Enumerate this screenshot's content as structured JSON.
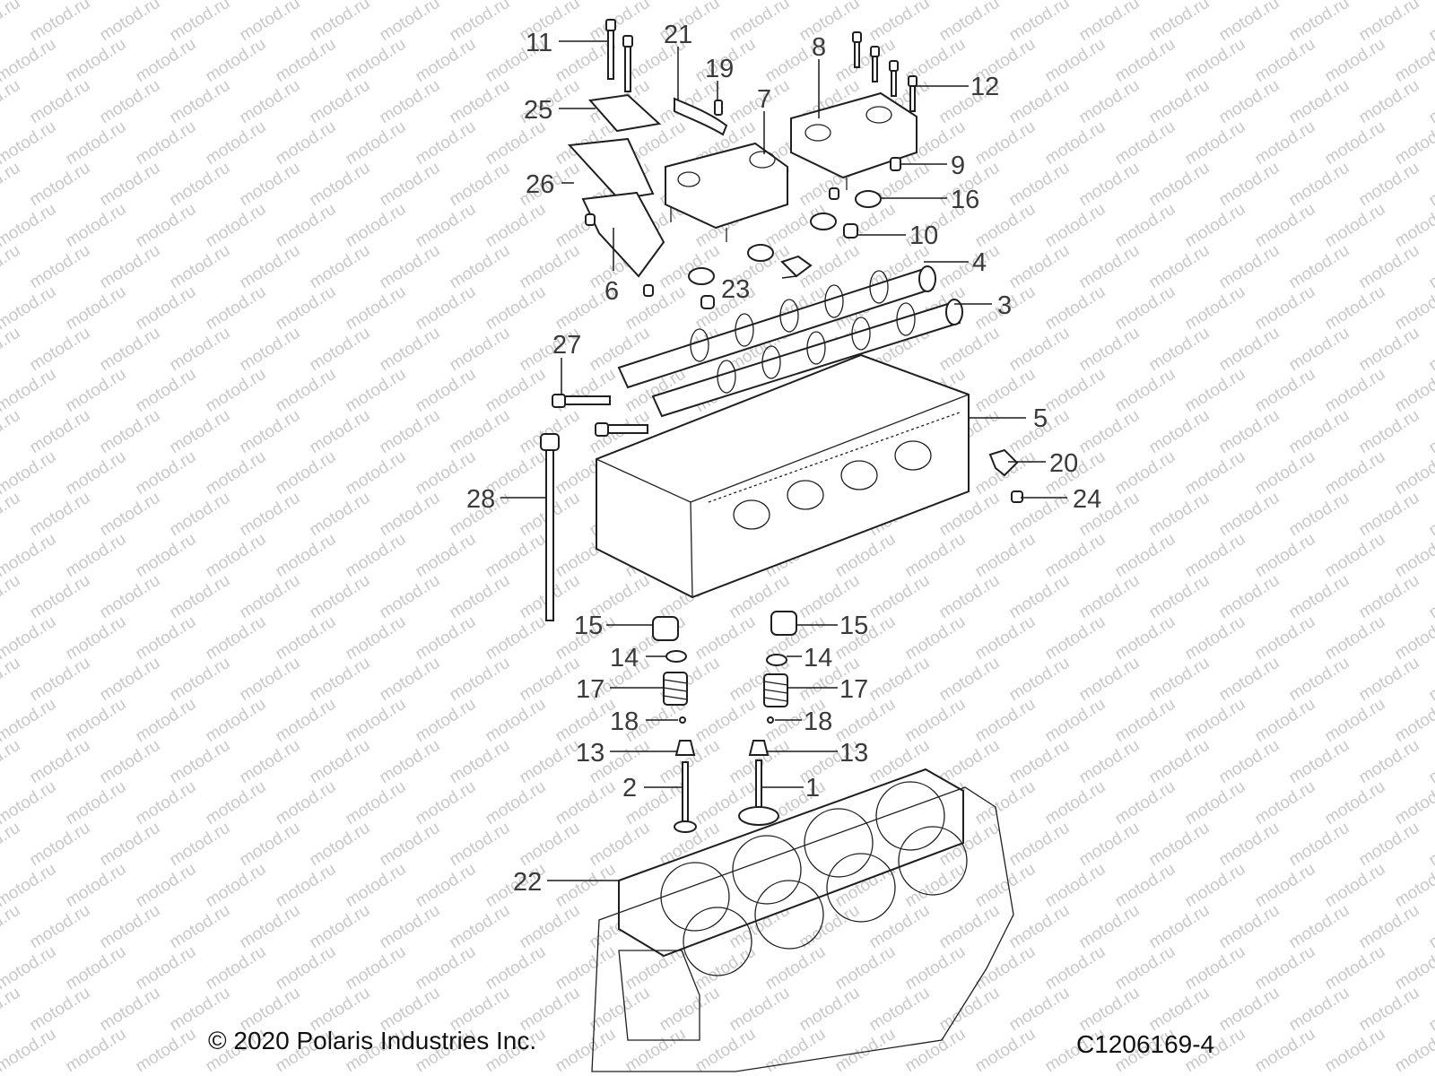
{
  "watermark": "motod.ru",
  "copyright": "© 2020 Polaris Industries Inc.",
  "figure_code": "C1206169-4",
  "callouts": [
    "11",
    "21",
    "19",
    "8",
    "12",
    "25",
    "7",
    "26",
    "9",
    "16",
    "10",
    "4",
    "6",
    "23",
    "3",
    "27",
    "5",
    "20",
    "28",
    "24",
    "15",
    "15",
    "14",
    "14",
    "17",
    "17",
    "18",
    "18",
    "13",
    "13",
    "2",
    "1",
    "22"
  ]
}
